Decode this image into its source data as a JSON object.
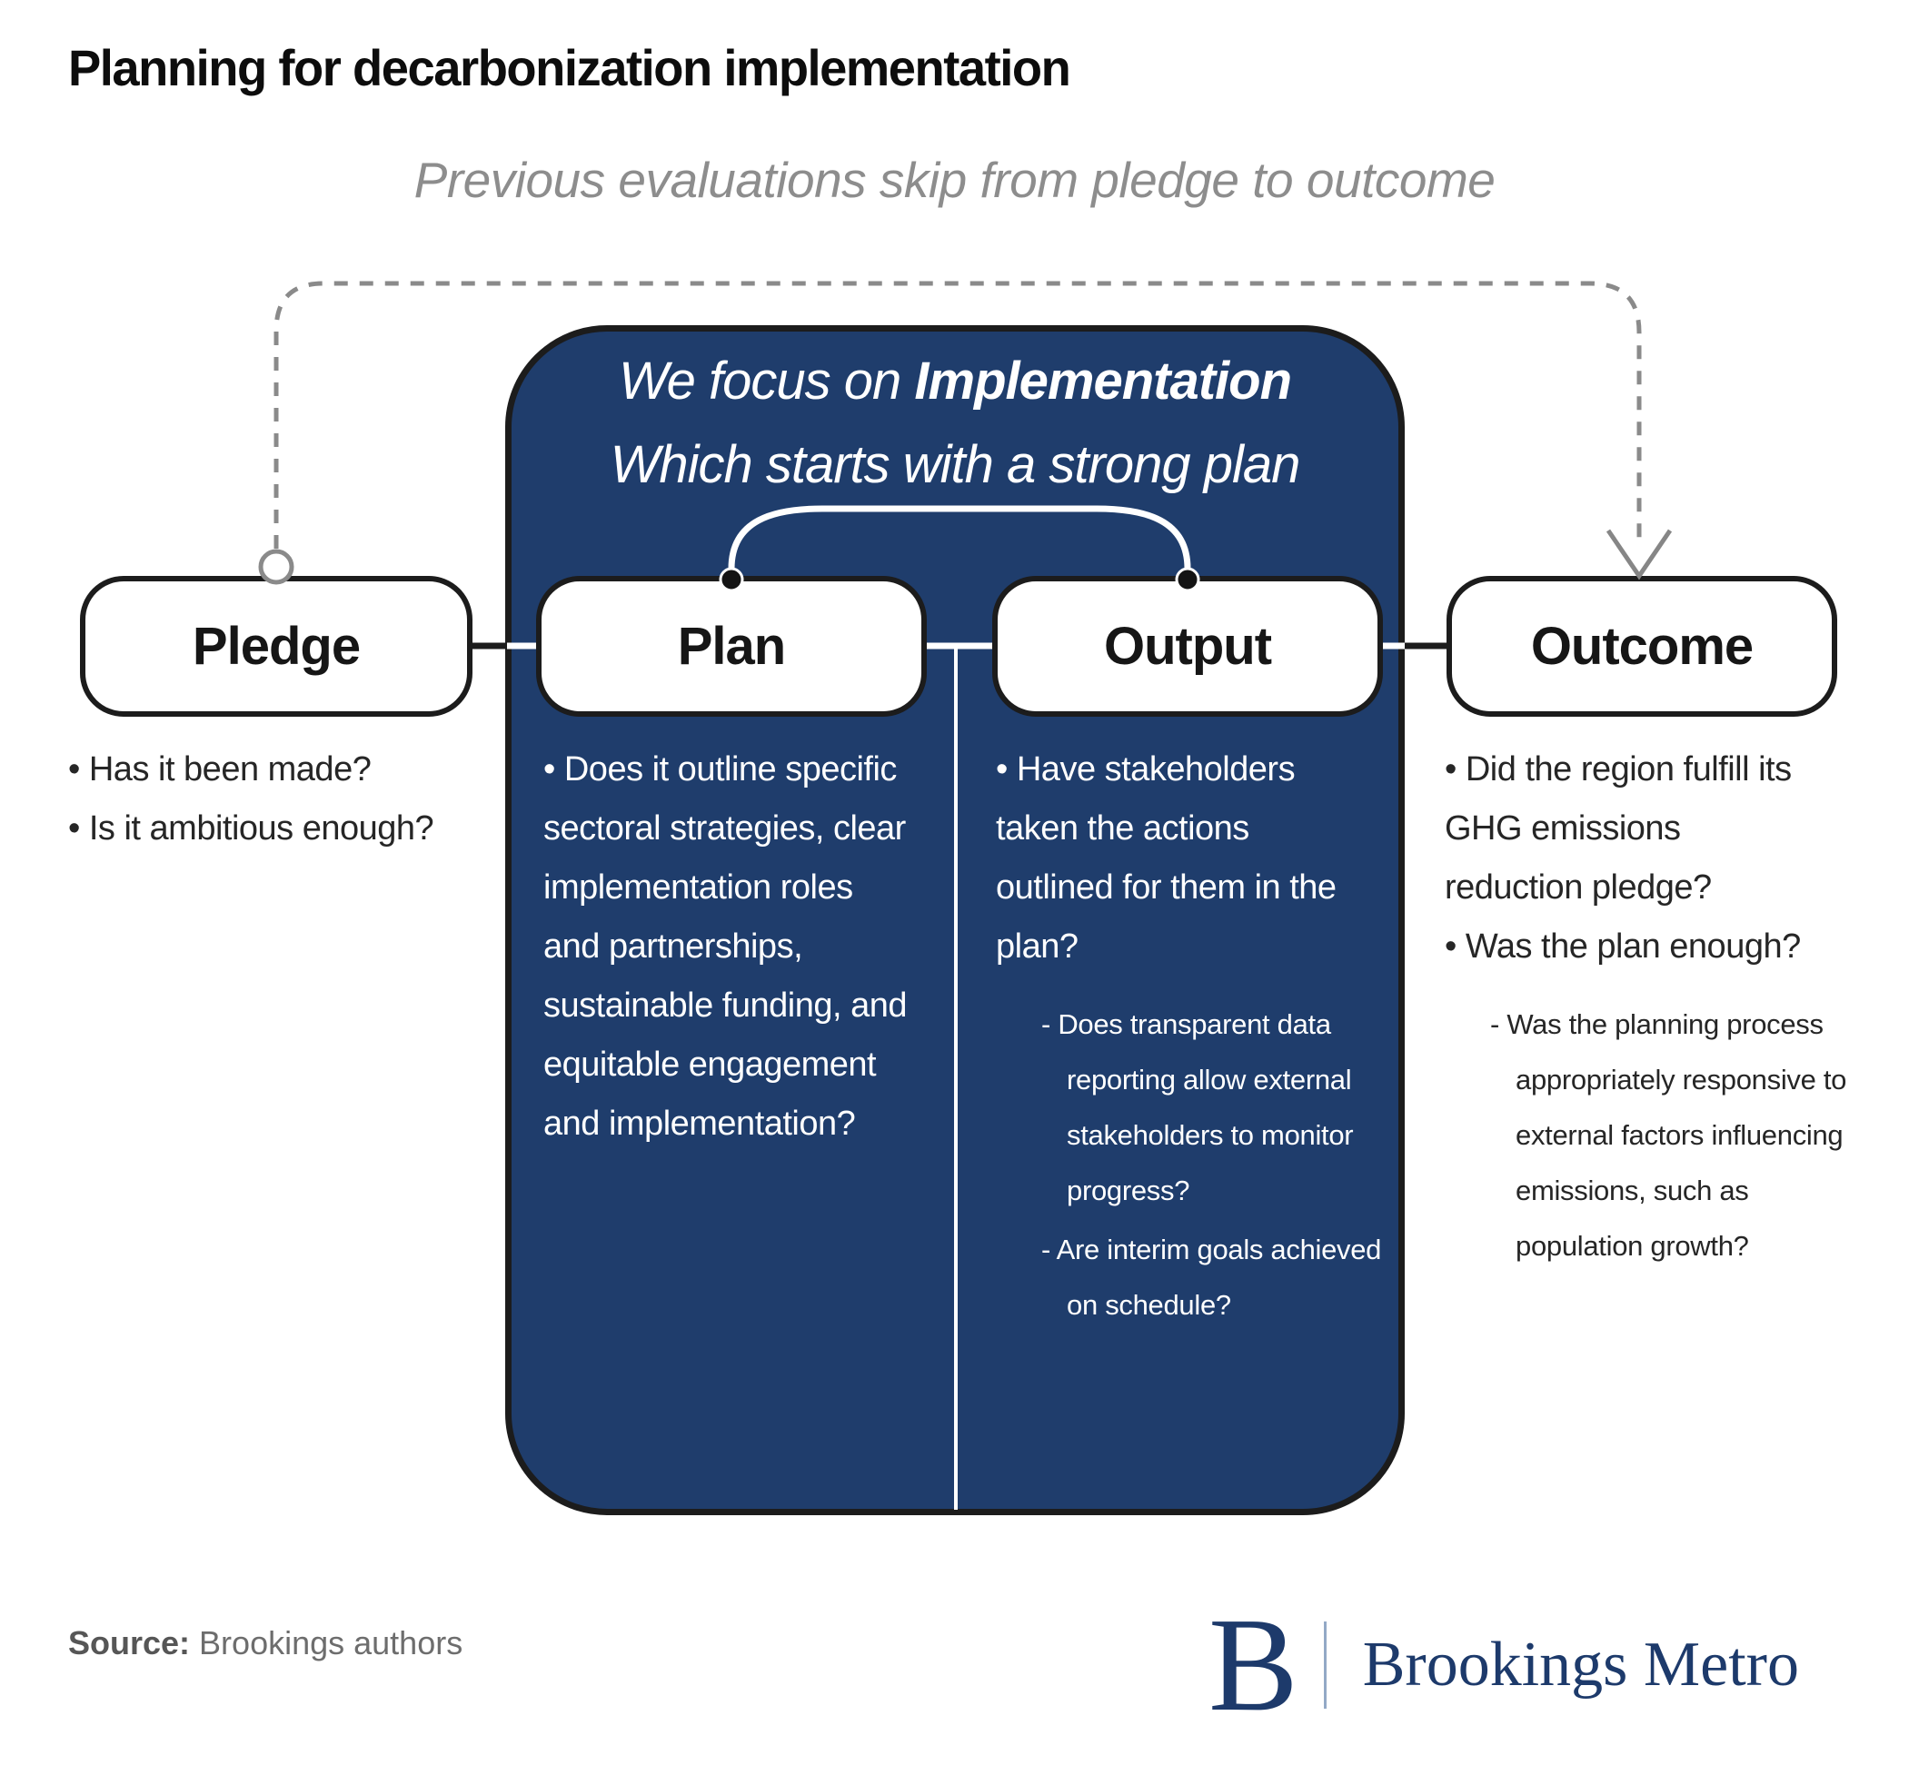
{
  "title": "Planning for decarbonization implementation",
  "caption": "Previous evaluations skip from pledge to outcome",
  "focus_box": {
    "line1_prefix": "We focus on ",
    "line1_bold": "Implementation",
    "line2": "Which starts with a strong plan"
  },
  "columns": [
    {
      "label": "Pledge",
      "items": [
        {
          "type": "main",
          "text": "• Has it been made?"
        },
        {
          "type": "main",
          "text": "• Is it ambitious enough?"
        }
      ]
    },
    {
      "label": "Plan",
      "items": [
        {
          "type": "main",
          "text": "• Does it outline specific\nsectoral strategies, clear\nimplementation roles\nand partnerships,\nsustainable funding, and\nequitable engagement\nand implementation?"
        }
      ]
    },
    {
      "label": "Output",
      "items": [
        {
          "type": "main",
          "text": "• Have stakeholders\ntaken the actions\noutlined for them in the\nplan?"
        },
        {
          "type": "sub",
          "text": "- Does transparent data\nreporting allow external\nstakeholders to monitor\nprogress?"
        },
        {
          "type": "sub",
          "text": "- Are interim goals achieved\non schedule?"
        }
      ]
    },
    {
      "label": "Outcome",
      "items": [
        {
          "type": "main",
          "text": "• Did the region fulfill its\nGHG emissions\nreduction pledge?"
        },
        {
          "type": "main",
          "text": "• Was the plan enough?"
        },
        {
          "type": "sub",
          "text": "- Was the planning process\nappropriately responsive to\nexternal factors influencing\nemissions, such as\npopulation growth?"
        }
      ]
    }
  ],
  "source": {
    "label": "Source:",
    "text": " Brookings authors"
  },
  "logo": {
    "mark": "B",
    "text": "Brookings Metro"
  },
  "colors": {
    "navy_box": "#1F3D6C",
    "logo_navy": "#1d3a6b",
    "dash_gray": "#8a8a8a",
    "caption_gray": "#8d8d8d",
    "line_black": "#1c1c1c",
    "text_dark": "#262626"
  }
}
